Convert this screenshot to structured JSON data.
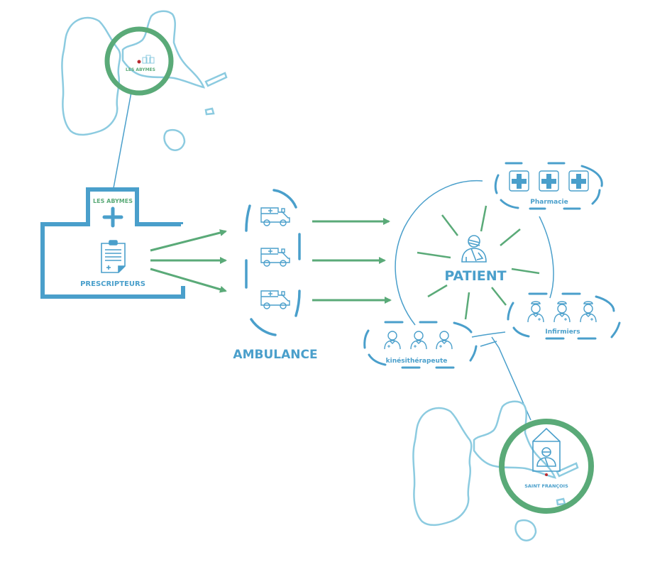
{
  "colors": {
    "blue": "#4a9fcb",
    "green": "#5aaa78",
    "map_blue": "#8ccbe0",
    "map_green": "#a8d5bd",
    "marker_red": "#b8292f"
  },
  "origin": {
    "location_label": "LES ABYMES",
    "icon": "hospital-building-icon"
  },
  "prescribers": {
    "top_label": "LES ABYMES",
    "label": "PRESCRIPTEURS",
    "icons": [
      "medical-cross-icon",
      "prescription-clipboard-icon"
    ]
  },
  "ambulance": {
    "label": "AMBULANCE",
    "vehicles": [
      "ambulance-icon",
      "ambulance-icon",
      "ambulance-icon"
    ]
  },
  "patient": {
    "label": "PATIENT",
    "icon": "injured-patient-icon"
  },
  "services": [
    {
      "label": "Pharmacie",
      "icon": "pharmacy-cross-icon",
      "count": 3
    },
    {
      "label": "Infirmiers",
      "icon": "nurse-icon",
      "count": 3
    },
    {
      "label": "kinésithérapeute",
      "icon": "physiotherapist-icon",
      "count": 3
    }
  ],
  "destination": {
    "location_label": "SAINT FRANÇOIS",
    "icon": "home-patient-icon"
  }
}
